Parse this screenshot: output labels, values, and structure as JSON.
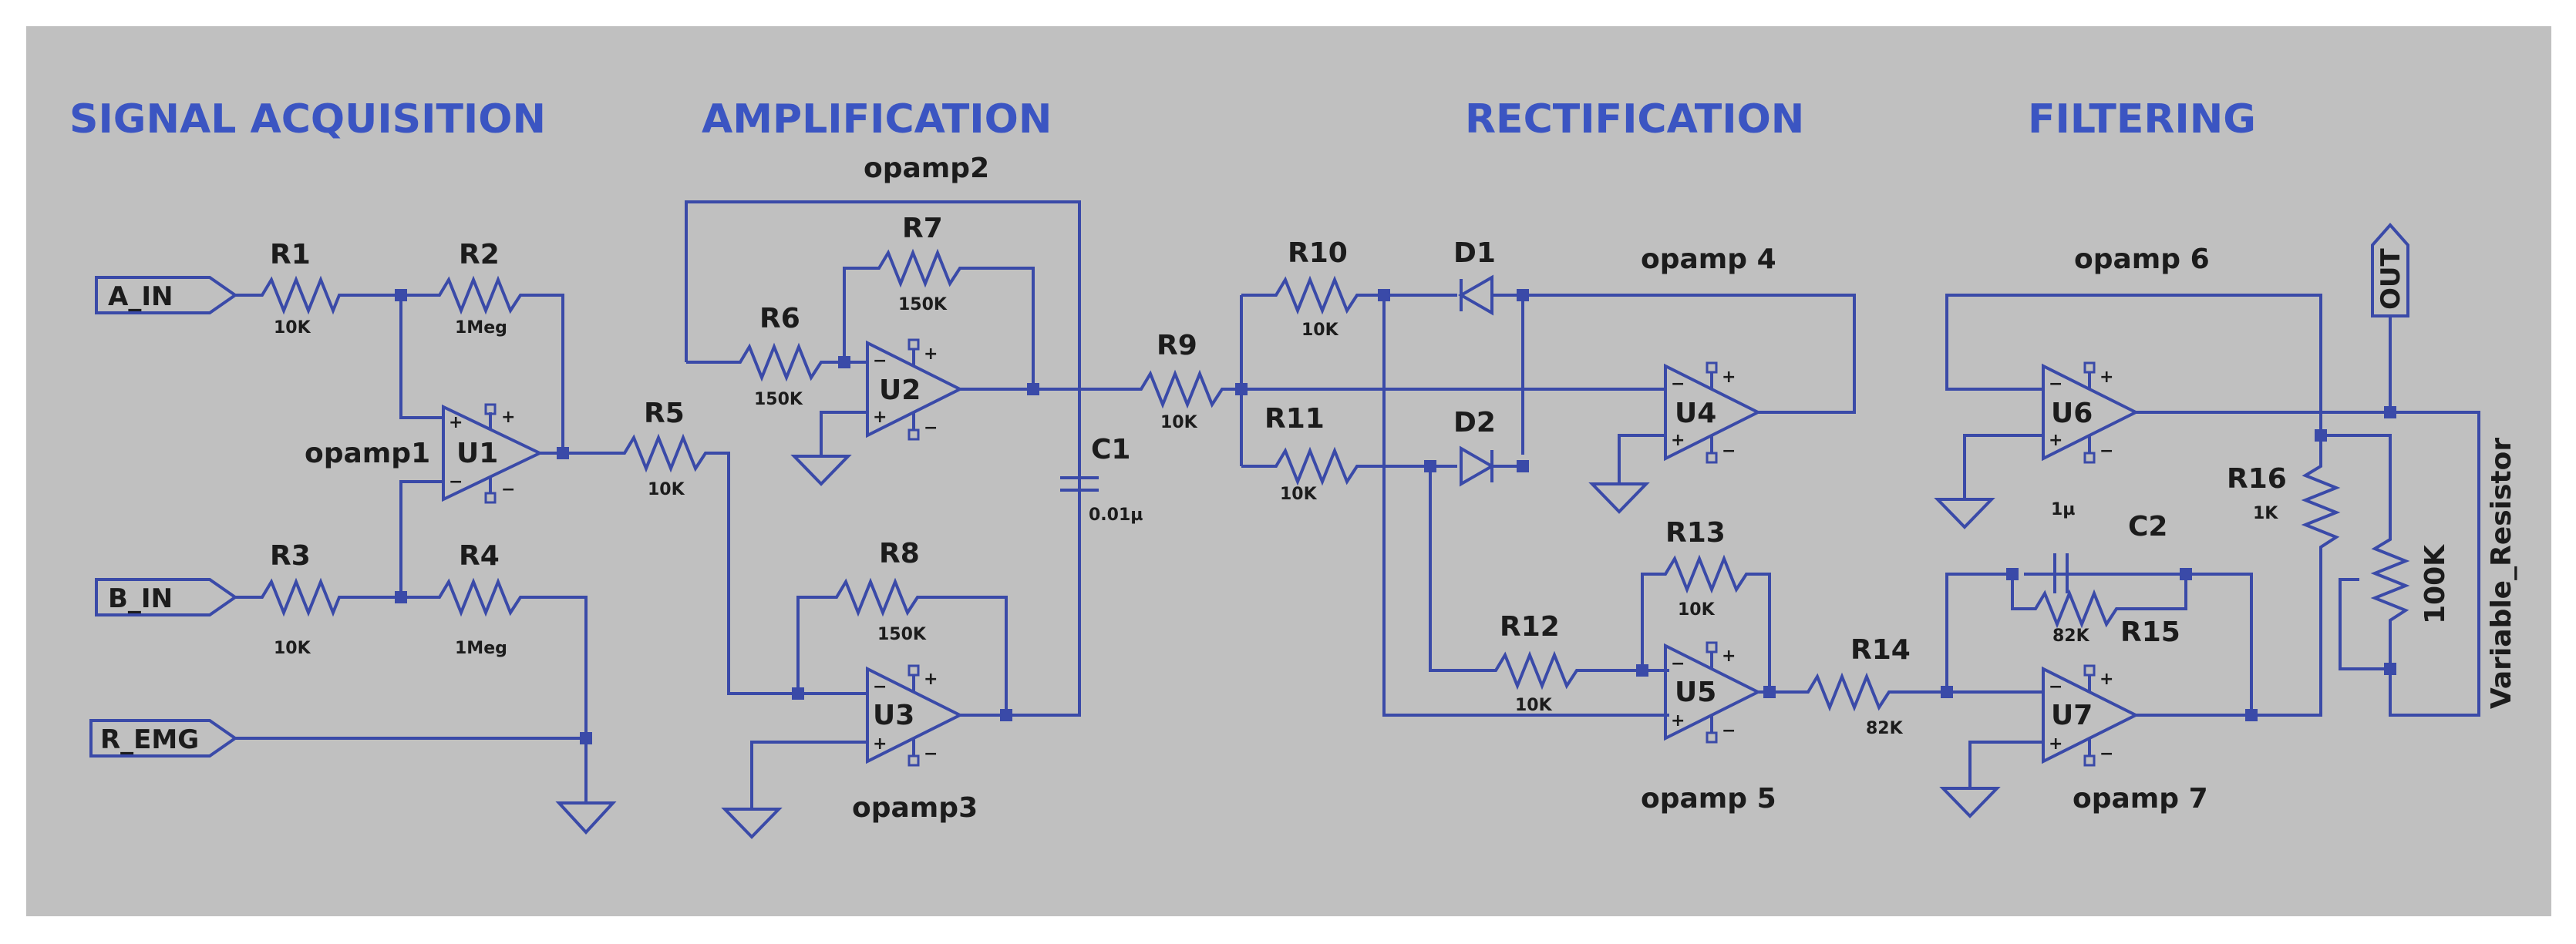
{
  "sections": {
    "acquisition": "SIGNAL ACQUISITION",
    "amplification": "AMPLIFICATION",
    "rectification": "RECTIFICATION",
    "filtering": "FILTERING"
  },
  "ports": {
    "a_in": "A_IN",
    "b_in": "B_IN",
    "r_emg": "R_EMG",
    "out": "OUT"
  },
  "opamps": {
    "u1": {
      "ref": "U1",
      "label": "opamp1"
    },
    "u2": {
      "ref": "U2",
      "label": "opamp2"
    },
    "u3": {
      "ref": "U3",
      "label": "opamp3"
    },
    "u4": {
      "ref": "U4",
      "label": "opamp 4"
    },
    "u5": {
      "ref": "U5",
      "label": "opamp 5"
    },
    "u6": {
      "ref": "U6",
      "label": "opamp 6"
    },
    "u7": {
      "ref": "U7",
      "label": "opamp 7"
    }
  },
  "resistors": {
    "r1": {
      "ref": "R1",
      "value": "10K"
    },
    "r2": {
      "ref": "R2",
      "value": "1Meg"
    },
    "r3": {
      "ref": "R3",
      "value": "10K"
    },
    "r4": {
      "ref": "R4",
      "value": "1Meg"
    },
    "r5": {
      "ref": "R5",
      "value": "10K"
    },
    "r6": {
      "ref": "R6",
      "value": "150K"
    },
    "r7": {
      "ref": "R7",
      "value": "150K"
    },
    "r8": {
      "ref": "R8",
      "value": "150K"
    },
    "r9": {
      "ref": "R9",
      "value": "10K"
    },
    "r10": {
      "ref": "R10",
      "value": "10K"
    },
    "r11": {
      "ref": "R11",
      "value": "10K"
    },
    "r12": {
      "ref": "R12",
      "value": "10K"
    },
    "r13": {
      "ref": "R13",
      "value": "10K"
    },
    "r14": {
      "ref": "R14",
      "value": "82K"
    },
    "r15": {
      "ref": "R15",
      "value": "82K"
    },
    "r16": {
      "ref": "R16",
      "value": "1K"
    }
  },
  "capacitors": {
    "c1": {
      "ref": "C1",
      "value": "0.01µ"
    },
    "c2": {
      "ref": "C2",
      "value": "1µ"
    }
  },
  "diodes": {
    "d1": "D1",
    "d2": "D2"
  },
  "pot": {
    "name": "Variable_Resistor",
    "value": "100K"
  },
  "pin_marks": {
    "plus": "+",
    "minus": "−"
  },
  "colors": {
    "background": "#c0c0c0",
    "wire": "#3a4aa8",
    "section_title": "#3b55c2",
    "label": "#1c1c1c"
  }
}
